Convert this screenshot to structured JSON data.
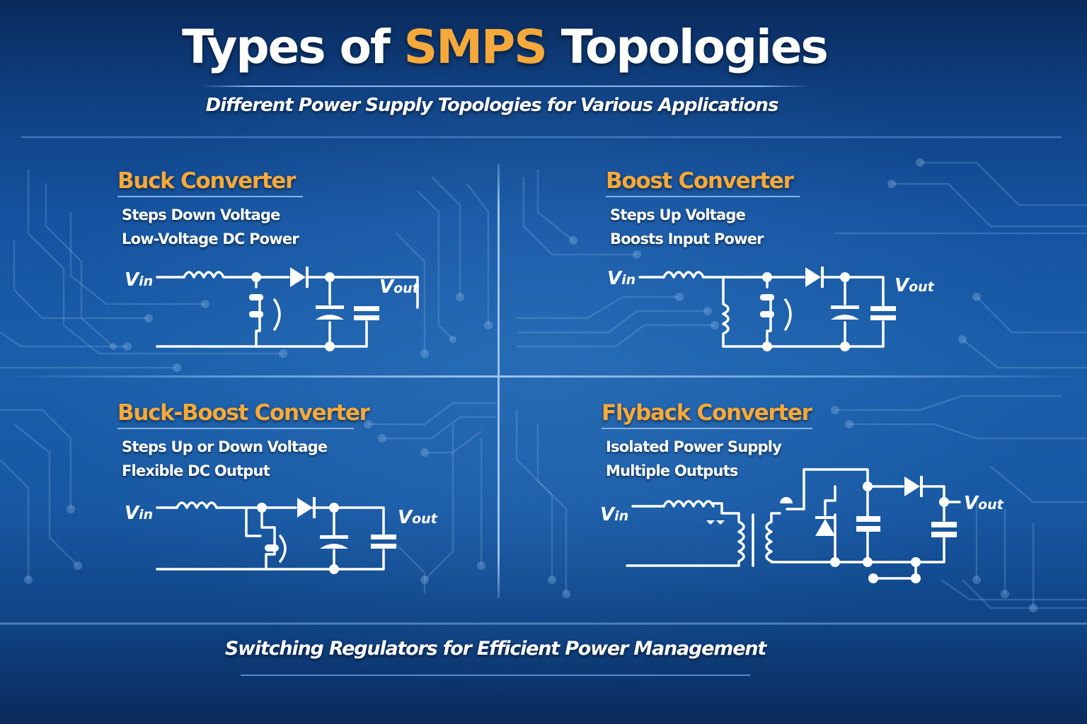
{
  "header": {
    "title_prefix": "Types of ",
    "title_accent": "SMPS",
    "title_suffix": " Topologies",
    "subtitle": "Different Power Supply Topologies for Various Applications"
  },
  "colors": {
    "accent": "#f5a93a",
    "background_dark": "#0a2a5c",
    "background_mid": "#1a5ea9",
    "line": "#9cc4ee",
    "wire": "#ffffff"
  },
  "panels": [
    {
      "id": "buck",
      "title": "Buck Converter",
      "lines": [
        "Steps Down Voltage",
        "Low-Voltage DC Power"
      ],
      "vin_label": "V",
      "vin_sub": "in",
      "vout_label": "V",
      "vout_sub": "out"
    },
    {
      "id": "boost",
      "title": "Boost Converter",
      "lines": [
        "Steps Up Voltage",
        "Boosts Input Power"
      ],
      "vin_label": "V",
      "vin_sub": "in",
      "vout_label": "V",
      "vout_sub": "out"
    },
    {
      "id": "buck-boost",
      "title": "Buck-Boost Converter",
      "lines": [
        "Steps Up or Down Voltage",
        "Flexible DC Output"
      ],
      "vin_label": "V",
      "vin_sub": "in",
      "vout_label": "V",
      "vout_sub": "out"
    },
    {
      "id": "flyback",
      "title": "Flyback Converter",
      "lines": [
        "Isolated Power Supply",
        "Multiple Outputs"
      ],
      "vin_label": "V",
      "vin_sub": "in",
      "vout_label": "V",
      "vout_sub": "out"
    }
  ],
  "footer": {
    "tagline": "Switching Regulators for Efficient Power Management"
  }
}
